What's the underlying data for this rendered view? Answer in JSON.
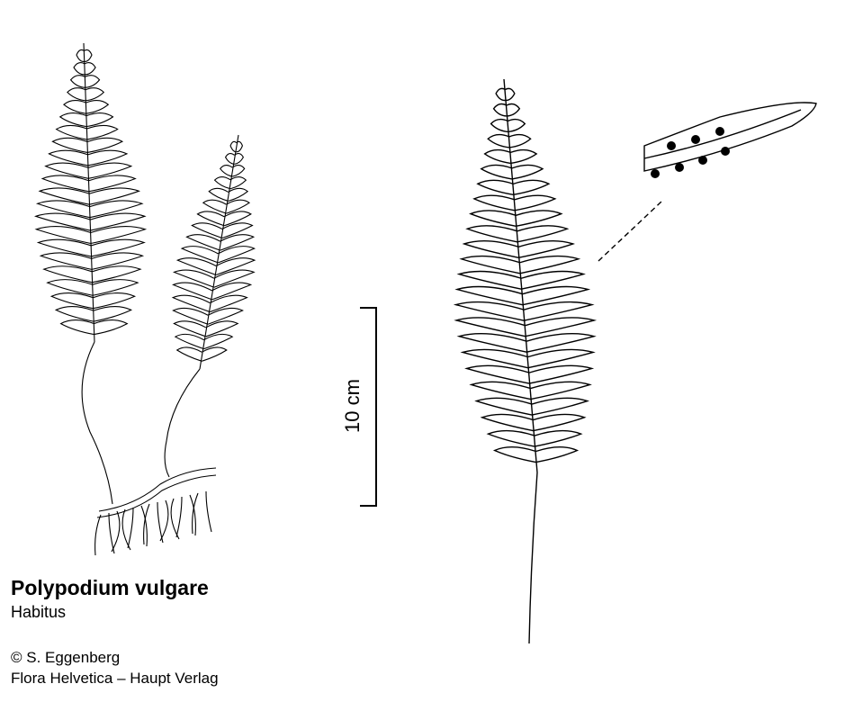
{
  "caption": {
    "species": "Polypodium vulgare",
    "subtitle": "Habitus",
    "copyright": "© S. Eggenberg",
    "source": "Flora Helvetica – Haupt Verlag"
  },
  "scale_bar": {
    "label": "10 cm"
  }
}
